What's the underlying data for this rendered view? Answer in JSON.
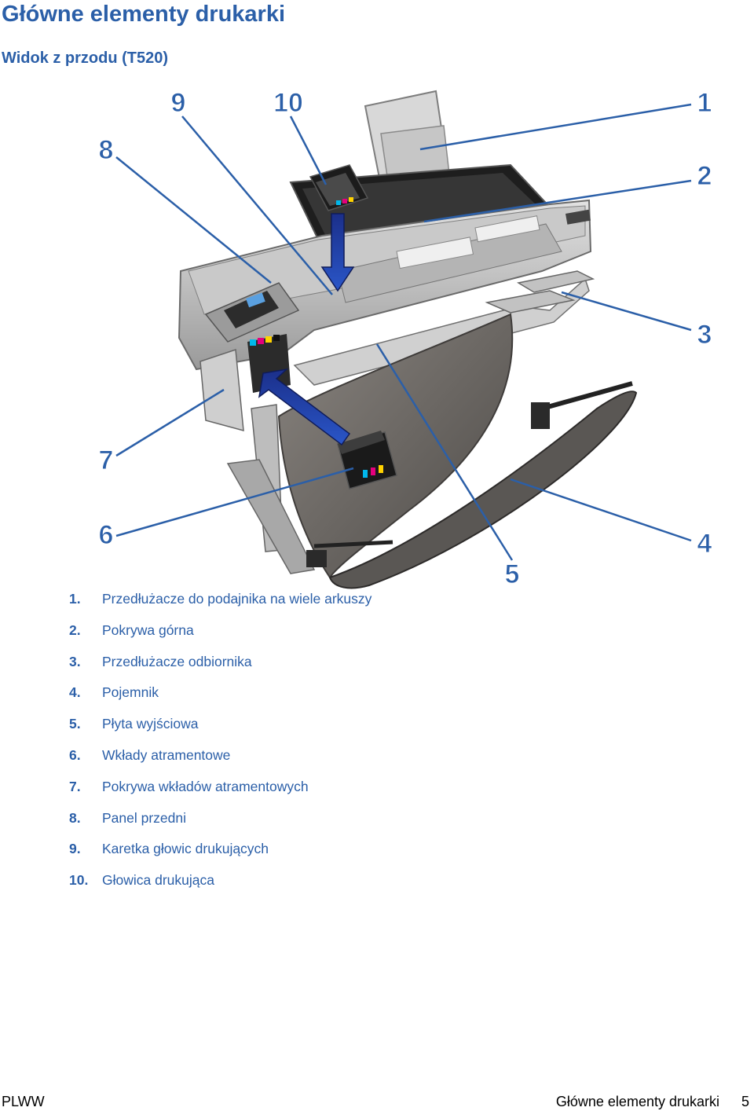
{
  "page": {
    "title": "Główne elementy drukarki",
    "subtitle": "Widok z przodu (T520)"
  },
  "figure": {
    "callouts": [
      "1",
      "2",
      "3",
      "4",
      "5",
      "6",
      "7",
      "8",
      "9",
      "10"
    ]
  },
  "legend": [
    {
      "num": "1.",
      "text": "Przedłużacze do podajnika na wiele arkuszy"
    },
    {
      "num": "2.",
      "text": "Pokrywa górna"
    },
    {
      "num": "3.",
      "text": "Przedłużacze odbiornika"
    },
    {
      "num": "4.",
      "text": "Pojemnik"
    },
    {
      "num": "5.",
      "text": "Płyta wyjściowa"
    },
    {
      "num": "6.",
      "text": "Wkłady atramentowe"
    },
    {
      "num": "7.",
      "text": "Pokrywa wkładów atramentowych"
    },
    {
      "num": "8.",
      "text": "Panel przedni"
    },
    {
      "num": "9.",
      "text": "Karetka głowic drukujących"
    },
    {
      "num": "10.",
      "text": "Głowica drukująca"
    }
  ],
  "footer": {
    "left": "PLWW",
    "right_title": "Główne elementy drukarki",
    "page_number": "5"
  }
}
